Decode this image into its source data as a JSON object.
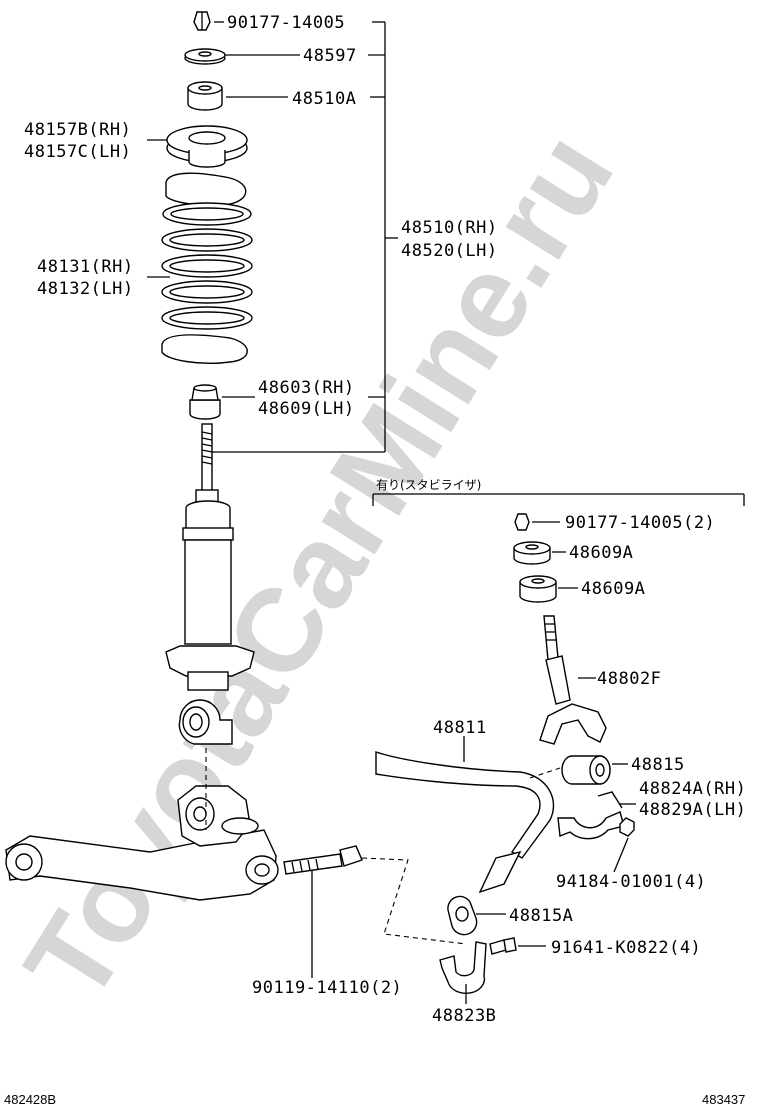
{
  "watermark": "ToyotaCarMine.ru",
  "stabilizer_note": "有り(スタビライザ)",
  "footer": {
    "left_code": "482428B",
    "right_code": "483437"
  },
  "parts": {
    "nut_top": "90177-14005",
    "washer": "48597",
    "mount": "48510A",
    "seat_rh": "48157B(RH)",
    "seat_lh": "48157C(LH)",
    "spring_rh": "48131(RH)",
    "spring_lh": "48132(LH)",
    "bumper_rh": "48603(RH)",
    "bumper_lh": "48609(LH)",
    "shock_rh": "48510(RH)",
    "shock_lh": "48520(LH)",
    "nut_stab": "90177-14005(2)",
    "bush_a": "48609A",
    "bush_b": "48609A",
    "link": "48802F",
    "bar": "48811",
    "bar_bush": "48815",
    "bracket_rh": "48824A(RH)",
    "bracket_lh": "48829A(LH)",
    "nut_small": "94184-01001(4)",
    "end_bush": "48815A",
    "bolt_small": "91641-K0822(4)",
    "end_bracket": "48823B",
    "bolt_arm": "90119-14110(2)"
  }
}
